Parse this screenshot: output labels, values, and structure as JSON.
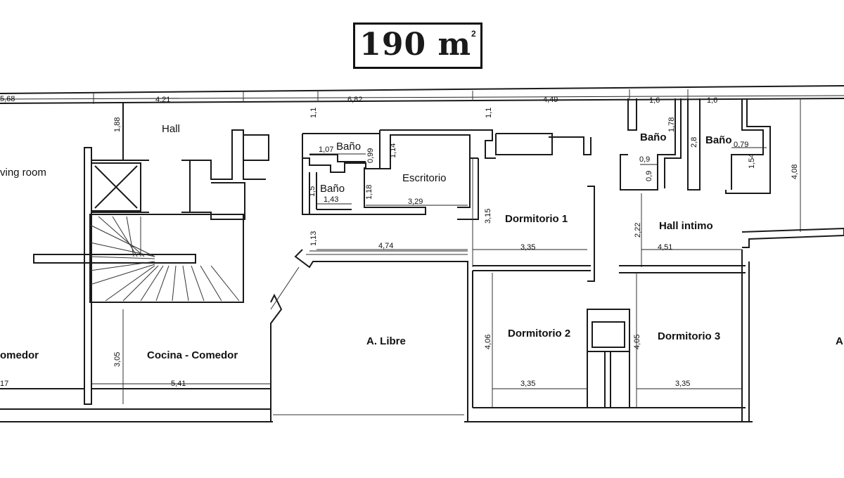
{
  "area": {
    "value": "190 m",
    "unit_sup": "2"
  },
  "rooms": {
    "living_room": "ving room",
    "hall": "Hall",
    "bano_1": "Baño",
    "bano_2": "Baño",
    "escritorio": "Escritorio",
    "bano_3": "Baño",
    "bano_4": "Baño",
    "dormitorio_1": "Dormitorio 1",
    "hall_intimo": "Hall intimo",
    "comedor": "omedor",
    "cocina_comedor": "Cocina - Comedor",
    "a_libre": "A. Libre",
    "dormitorio_2": "Dormitorio 2",
    "dormitorio_3": "Dormitorio 3",
    "a_right": "A"
  },
  "dimensions": {
    "top_5_68": "5,68",
    "top_4_21": "4,21",
    "top_6_82": "6,82",
    "top_4_49": "4,49",
    "top_1_6_a": "1,6",
    "top_1_6_b": "1,6",
    "v_1_88": "1,88",
    "v_1_1_a": "1,1",
    "v_1_1_b": "1,1",
    "d_1_07": "1,07",
    "v_0_99": "0,99",
    "v_1_14": "1,14",
    "v_1_5": "1,5",
    "d_1_43": "1,43",
    "v_1_18": "1,18",
    "d_3_29": "3,29",
    "v_1_78": "1,78",
    "v_2_8": "2,8",
    "d_0_79": "0,79",
    "v_1_54": "1,54",
    "v_4_08": "4,08",
    "d_0_9": "0,9",
    "v_0_9": "0,9",
    "v_3_15": "3,15",
    "v_2_22": "2,22",
    "v_1_13": "1,13",
    "d_4_74": "4,74",
    "d_3_35_a": "3,35",
    "d_4_51": "4,51",
    "v_3_05": "3,05",
    "v_4_06": "4,06",
    "v_4_05": "4,05",
    "bottom_17": "17",
    "bottom_5_41": "5,41",
    "bottom_3_35_b": "3,35",
    "bottom_3_35_c": "3,35"
  }
}
